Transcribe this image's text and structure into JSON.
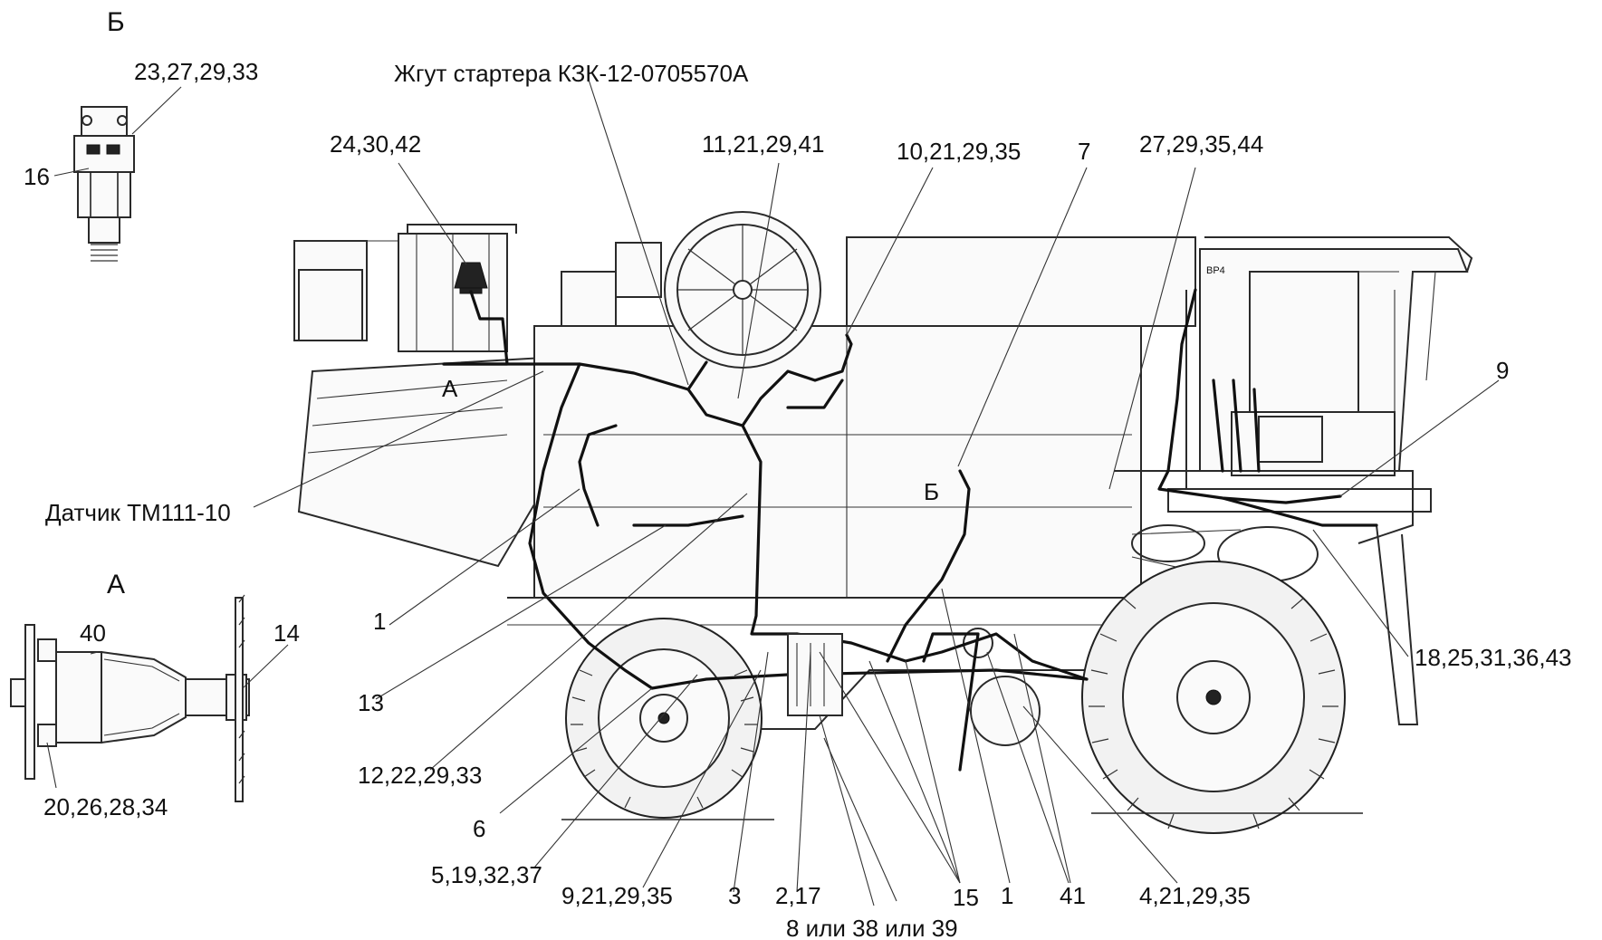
{
  "view_labels": {
    "view_b_top": "Б",
    "view_a": "А",
    "marker_a": "А",
    "marker_b": "Б"
  },
  "callouts": {
    "c_23_27_29_33": "23,27,29,33",
    "c_16": "16",
    "c_starter_harness": "Жгут стартера КЗК-12-0705570А",
    "c_24_30_42": "24,30,42",
    "c_11_21_29_41": "11,21,29,41",
    "c_10_21_29_35": "10,21,29,35",
    "c_7": "7",
    "c_27_29_35_44": "27,29,35,44",
    "c_9_right": "9",
    "c_sensor": "Датчик ТМ111-10",
    "c_18_25_31_36_43": "18,25,31,36,43",
    "c_40": "40",
    "c_14": "14",
    "c_20_26_28_34": "20,26,28,34",
    "c_1_left": "1",
    "c_13": "13",
    "c_12_22_29_33": "12,22,29,33",
    "c_6": "6",
    "c_5_19_32_37": "5,19,32,37",
    "c_9_21_29_35": "9,21,29,35",
    "c_3": "3",
    "c_2_17": "2,17",
    "c_15": "15",
    "c_1_bottom": "1",
    "c_41": "41",
    "c_4_21_29_35": "4,21,29,35",
    "c_8_38_39": "8 или 38 или 39"
  },
  "cab_plate": "ВР4"
}
